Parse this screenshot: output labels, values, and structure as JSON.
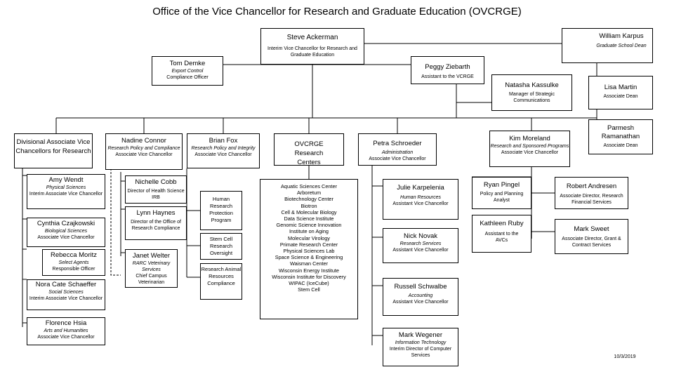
{
  "title": "Office of the Vice Chancellor for Research and Graduate Education (OVCRGE)",
  "date": "10/3/2019",
  "people": {
    "ackerman": {
      "name": "Steve Ackerman",
      "role": "Interim Vice Chancellor for Research and Graduate Education"
    },
    "karpus": {
      "name": "William Karpus",
      "role": "Graduate School Dean"
    },
    "demke": {
      "name": "Tom Demke",
      "role": "Export Control",
      "role2": "Compliance Officer"
    },
    "ziebarth": {
      "name": "Peggy Ziebarth",
      "role": "Assistant to the VCRGE"
    },
    "kassulke": {
      "name": "Natasha Kassulke",
      "role": "Manager of Strategic Communications"
    },
    "martin": {
      "name": "Lisa Martin",
      "role": "Associate Dean"
    },
    "ramanathan": {
      "name": "Parmesh Ramanathan",
      "role": "Associate Dean"
    },
    "moreland": {
      "name": "Kim Moreland",
      "role": "Research and Sponsored Programs",
      "role2": "Associate Vice Chancellor"
    },
    "divisional": {
      "name": "Divisional Associate Vice Chancellors for Research"
    },
    "connor": {
      "name": "Nadine Connor",
      "role": "Research Policy and Compliance",
      "role2": "Associate Vice Chancellor"
    },
    "fox": {
      "name": "Brian Fox",
      "role": "Research Policy and Integrity",
      "role2": "Associate Vice Chancellor"
    },
    "centers": {
      "name": "OVCRGE Research Centers"
    },
    "schroeder": {
      "name": "Petra Schroeder",
      "role": "Administration",
      "role2": "Associate Vice Chancellor"
    },
    "wendt": {
      "name": "Amy Wendt",
      "role": "Physical Sciences",
      "role2": "Interim Associate Vice Chancellor"
    },
    "czajkowski": {
      "name": "Cynthia Czajkowski",
      "role": "Biological Sciences",
      "role2": "Associate Vice Chancellor"
    },
    "moritz": {
      "name": "Rebecca Moritz",
      "role": "Select Agents",
      "role2": "Responsible Officer"
    },
    "schaeffer": {
      "name": "Nora Cate Schaeffer",
      "role": "Social Sciences",
      "role2": "Interim Associate Vice Chancellor"
    },
    "hsia": {
      "name": "Florence Hsia",
      "role": "Arts and Humanities",
      "role2": "Associate Vice Chancellor"
    },
    "cobb": {
      "name": "Nichelle Cobb",
      "role": "Director of Health Science IRB"
    },
    "haynes": {
      "name": "Lynn Haynes",
      "role": "Director of the Office of Research Compliance"
    },
    "welter": {
      "name": "Janet Welter",
      "role": "RARC Veterinary Services",
      "role2": "Chief Campus Veterinarian"
    },
    "hrpp": {
      "name": "Human Research Protection Program"
    },
    "stemcell": {
      "name": "Stem Cell Research Oversight"
    },
    "animal": {
      "name": "Research Animal Resources Compliance"
    },
    "karpelenia": {
      "name": "Julie Karpelenia",
      "role": "Human Resources",
      "role2": "Assistant Vice Chancellor"
    },
    "novak": {
      "name": "Nick Novak",
      "role": "Research Services",
      "role2": "Assistant Vice Chancellor"
    },
    "schwalbe": {
      "name": "Russell Schwalbe",
      "role": "Accounting",
      "role2": "Assistant Vice Chancellor"
    },
    "wegener": {
      "name": "Mark Wegener",
      "role": "Information Technology",
      "role2": "Interim Director of Computer Services"
    },
    "pingel": {
      "name": "Ryan Pingel",
      "role": "Policy and Planning Analyst"
    },
    "ruby": {
      "name": "Kathleen Ruby",
      "role": "Assistant to the AVCs"
    },
    "andresen": {
      "name": "Robert Andresen",
      "role": "Associate Director, Research Financial Services"
    },
    "sweet": {
      "name": "Mark Sweet",
      "role": "Associate Director, Grant & Contract Services"
    }
  },
  "centers_list": [
    "Aquatic Sciences Center",
    "Arboretum",
    "Biotechnology Center",
    "Biotron",
    "Cell & Molecular Biology",
    "Data Science Institute",
    "Genomic Science Innovation",
    "Institute on Aging",
    "Molecular Virology",
    "Primate Research Center",
    "Physical Sciences Lab",
    "Space Science & Engineering",
    "Waisman Center",
    "Wisconsin Energy Institute",
    "Wisconsin Institute for Discovery",
    "WIPAC (IceCube)",
    "Stem Cell"
  ]
}
